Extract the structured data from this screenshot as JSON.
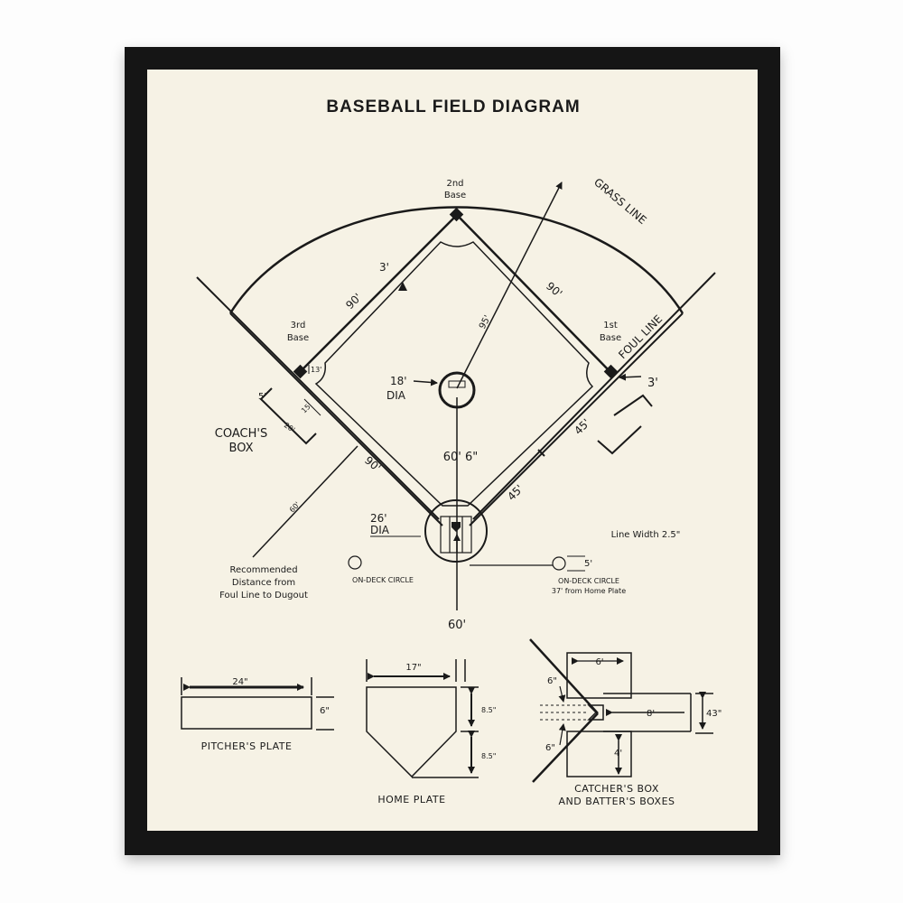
{
  "title": "BASEBALL FIELD DIAGRAM",
  "field": {
    "second_base": [
      "2nd",
      "Base"
    ],
    "third_base": [
      "3rd",
      "Base"
    ],
    "first_base": [
      "1st",
      "Base"
    ],
    "grass_line": "GRASS LINE",
    "foul_line": "FOUL LINE",
    "base_path_left": "90'",
    "base_path_right": "90'",
    "base_path_lower_left": "90'",
    "baseline_3ft_top": "3'",
    "baseline_3ft_right": "3'",
    "mound_radius": "95'",
    "thirteen": "13'",
    "fifteen": "15'",
    "coach_5": "5'",
    "coach_20": "20'",
    "coachs_box": [
      "COACH'S",
      "BOX"
    ],
    "mound_dia": [
      "18'",
      "DIA"
    ],
    "pitch_distance": "60' 6\"",
    "home_dia": [
      "26'",
      "DIA"
    ],
    "right_45_upper": "45'",
    "right_45_lower": "45'",
    "sixty_diag": "60'",
    "backstop_60": "60'",
    "line_width": "Line Width 2.5\"",
    "dugout_note": [
      "Recommended",
      "Distance from",
      "Foul Line to Dugout"
    ],
    "on_deck_left": "ON-DECK CIRCLE",
    "on_deck_right": "ON-DECK CIRCLE",
    "on_deck_right_note": "37' from Home Plate",
    "on_deck_five": "5'"
  },
  "pitchers_plate": {
    "width": "24\"",
    "height": "6\"",
    "caption": "PITCHER'S PLATE"
  },
  "home_plate": {
    "width": "17\"",
    "upper": "8.5\"",
    "lower": "8.5\"",
    "caption": "HOME PLATE"
  },
  "boxes": {
    "catcher_w": "6'",
    "six_top": "6\"",
    "six_bottom": "6\"",
    "eight": "8'",
    "four": "4'",
    "forty_three": "43\"",
    "caption": [
      "CATCHER'S BOX",
      "AND BATTER'S BOXES"
    ]
  },
  "colors": {
    "paper": "#f6f2e5",
    "ink": "#1a1a1a",
    "frame": "#151515"
  }
}
